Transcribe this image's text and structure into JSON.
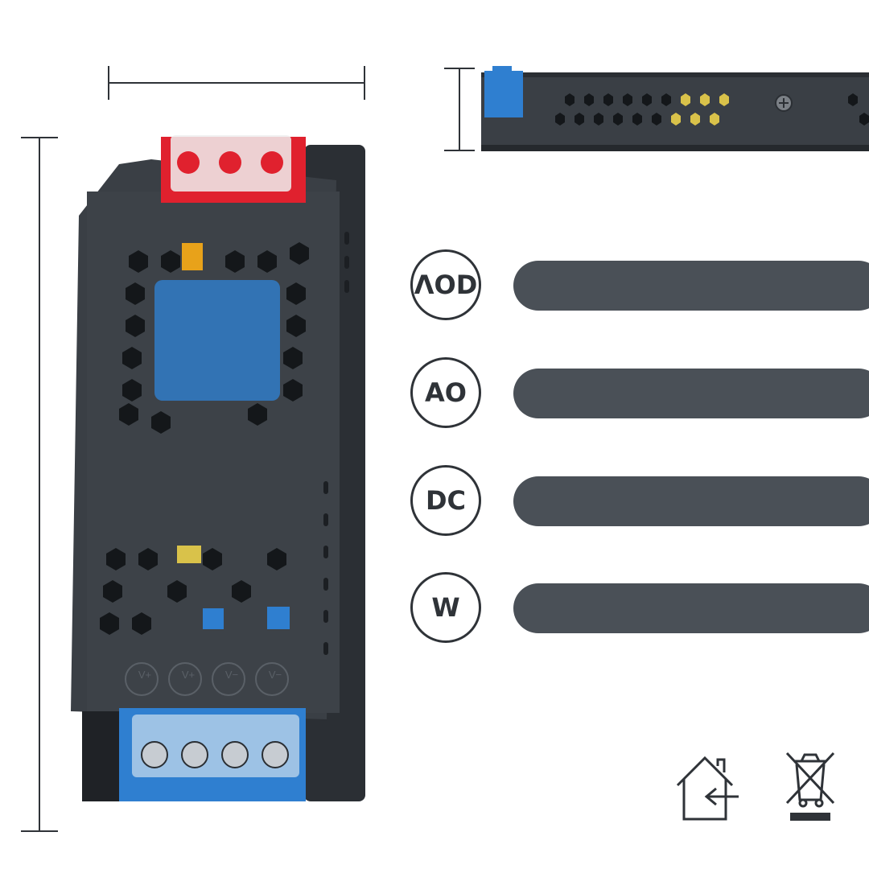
{
  "colors": {
    "background": "#ffffff",
    "bar": "#4a5057",
    "device_body": "#3a3f45",
    "input_terminal": "#e0212e",
    "output_terminal": "#2f7fd0"
  },
  "specs": [
    {
      "badge": "ɅOD",
      "value": ""
    },
    {
      "badge": "AO",
      "value": ""
    },
    {
      "badge": "DC",
      "value": ""
    },
    {
      "badge": "W",
      "value": ""
    }
  ],
  "device": {
    "output_labels": [
      "V+",
      "V+",
      "V−",
      "V−"
    ]
  },
  "icons": [
    "indoor-use-icon",
    "weee-disposal-icon"
  ]
}
